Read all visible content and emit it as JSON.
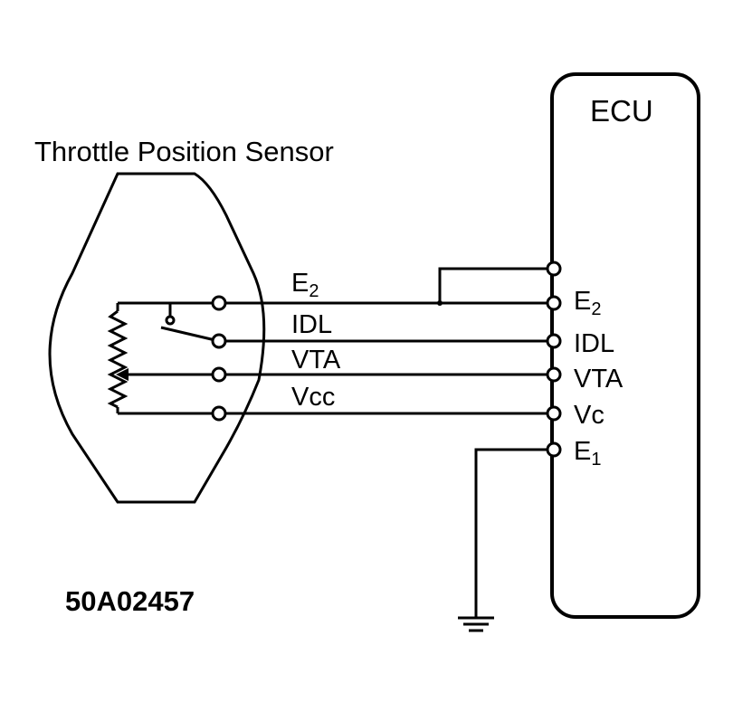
{
  "title": "Throttle Position Sensor",
  "ecu_label": "ECU",
  "figure_id": "50A02457",
  "wires": [
    {
      "label": "E",
      "sub": "2"
    },
    {
      "label": "IDL",
      "sub": ""
    },
    {
      "label": "VTA",
      "sub": ""
    },
    {
      "label": "Vcc",
      "sub": ""
    }
  ],
  "ecu_pins": [
    {
      "label": "E",
      "sub": "2"
    },
    {
      "label": "IDL",
      "sub": ""
    },
    {
      "label": "VTA",
      "sub": ""
    },
    {
      "label": "Vc",
      "sub": ""
    },
    {
      "label": "E",
      "sub": "1"
    }
  ]
}
